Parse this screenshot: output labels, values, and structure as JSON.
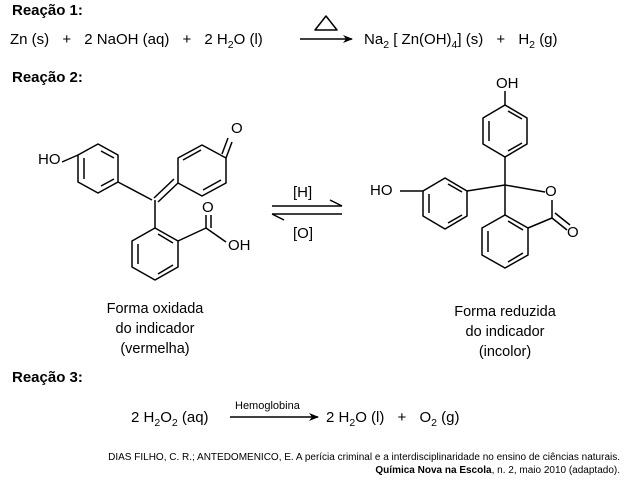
{
  "reaction1": {
    "title": "Reação 1:",
    "reactant_zn": "Zn (s)",
    "plus1": "+",
    "reactant_naoh": "2 NaOH (aq)",
    "plus2": "+",
    "reactant_water_coef": "2 H",
    "reactant_water_sub": "2",
    "reactant_water_rest": "O (l)",
    "product_na": "Na",
    "product_na_sub": "2",
    "product_complex": "[ Zn(OH)",
    "product_complex_sub": "4",
    "product_complex_rest": "] (s)",
    "plus3": "+",
    "product_h": "H",
    "product_h_sub": "2",
    "product_h_rest": "(g)"
  },
  "reaction2": {
    "title": "Reação 2:",
    "oxidized": {
      "oh_label": "HO",
      "ketone_o": "O",
      "acid_o": "O",
      "acid_oh": "OH",
      "caption_lines": [
        "Forma oxidada",
        "do indicador",
        "(vermelha)"
      ]
    },
    "reduced": {
      "oh_label": "OH",
      "ho_label": "HO",
      "ring_o": "O",
      "carbonyl_o": "O",
      "caption_lines": [
        "Forma reduzida",
        "do indicador",
        "(incolor)"
      ]
    },
    "arrow_top_label": "[H]",
    "arrow_bottom_label": "[O]"
  },
  "reaction3": {
    "title": "Reação 3:",
    "reactant_coef": "2 H",
    "reactant_sub1": "2",
    "reactant_mid": "O",
    "reactant_sub2": "2",
    "reactant_rest": "(aq)",
    "catalyst": "Hemoglobina",
    "product_water_coef": "2 H",
    "product_water_sub": "2",
    "product_water_rest": "O (l)",
    "plus": "+",
    "product_o": "O",
    "product_o_sub": "2",
    "product_o_rest": "(g)"
  },
  "reference": {
    "line1": "DIAS FILHO, C. R.; ANTEDOMENICO, E. A perícia criminal e a interdisciplinaridade no ensino de ciências naturais.",
    "line2_bold": "Química Nova na Escola",
    "line2_rest": ", n. 2, maio 2010 (adaptado)."
  }
}
